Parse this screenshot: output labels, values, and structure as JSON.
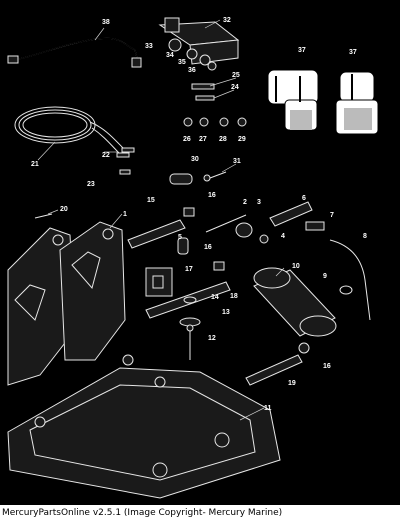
{
  "diagram": {
    "callouts": [
      "38",
      "32",
      "33",
      "34",
      "35",
      "36",
      "37",
      "37",
      "25",
      "24",
      "26",
      "27",
      "28",
      "29",
      "21",
      "22",
      "23",
      "30",
      "31",
      "20",
      "1",
      "15",
      "16",
      "2",
      "3",
      "6",
      "7",
      "8",
      "4",
      "5",
      "16",
      "17",
      "18",
      "10",
      "14",
      "13",
      "9",
      "12",
      "16",
      "19",
      "11"
    ]
  },
  "footer": {
    "text": "MercuryPartsOnline v2.5.1 (Image Copyright- Mercury Marine)"
  }
}
